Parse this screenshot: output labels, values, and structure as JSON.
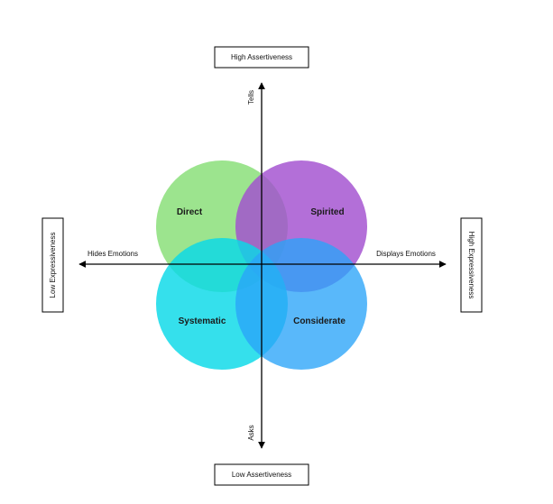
{
  "boxes": {
    "top": "High Assertiveness",
    "bottom": "Low Assertiveness",
    "left": "Low Expressiveness",
    "right": "High Expressiveness"
  },
  "axis_labels": {
    "up": "Tells",
    "down": "Asks",
    "left": "Hides Emotions",
    "right": "Displays Emotions"
  },
  "quadrants": [
    {
      "key": "direct",
      "label": "Direct",
      "color": "#8ee07e"
    },
    {
      "key": "spirited",
      "label": "Spirited",
      "color": "#a24fd0"
    },
    {
      "key": "systematic",
      "label": "Systematic",
      "color": "#08d9e8"
    },
    {
      "key": "considerate",
      "label": "Considerate",
      "color": "#2aa4f8"
    }
  ],
  "colors": {
    "axis": "#000000",
    "box_border": "#000000",
    "background": "#ffffff"
  }
}
